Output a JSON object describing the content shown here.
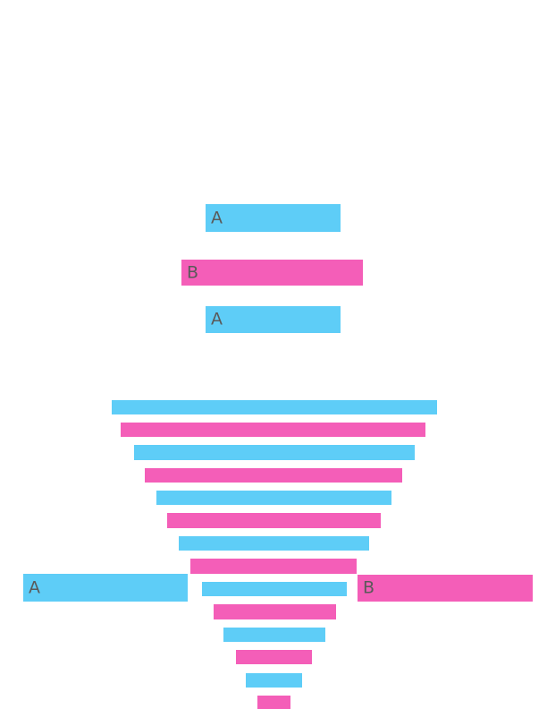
{
  "colors": {
    "a": "#5ecdf7",
    "b": "#f45eb8",
    "label": "#5a5a5a"
  },
  "legend_stack": {
    "top": {
      "label": "A",
      "color_key": "a"
    },
    "middle": {
      "label": "B",
      "color_key": "b"
    },
    "bottom": {
      "label": "A",
      "color_key": "a"
    }
  },
  "side_labels": {
    "left": {
      "label": "A",
      "color_key": "a"
    },
    "right": {
      "label": "B",
      "color_key": "b"
    }
  },
  "funnel": {
    "sequence": [
      "a",
      "b",
      "a",
      "b",
      "a",
      "b",
      "a",
      "b",
      "a",
      "b",
      "a",
      "b",
      "a",
      "b"
    ]
  }
}
